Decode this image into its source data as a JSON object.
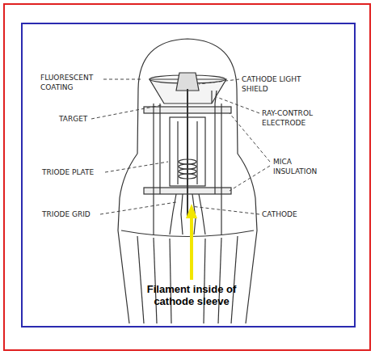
{
  "diagram": {
    "labels": [
      "FLUORESCENT COATING",
      "TARGET",
      "TRIODE PLATE",
      "TRIODE GRID",
      "CATHODE LIGHT SHIELD",
      "RAY-CONTROL ELECTRODE",
      "MICA INSULATION",
      "CATHODE",
      "Filament inside of cathode sleeve"
    ]
  }
}
